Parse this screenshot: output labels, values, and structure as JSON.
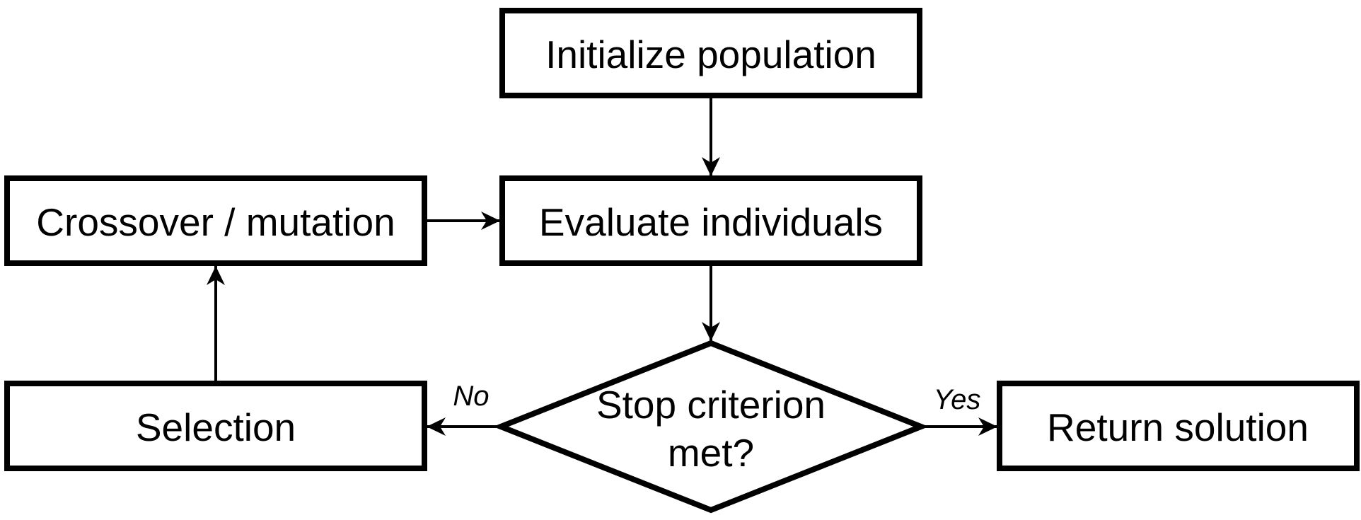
{
  "diagram": {
    "type": "flowchart",
    "topic": "evolutionary-algorithm-loop",
    "colors": {
      "background": "#ffffff",
      "node_fill": "#ffffff",
      "stroke": "#000000",
      "text": "#000000"
    },
    "nodes": {
      "initialize": {
        "label": "Initialize population",
        "shape": "rectangle"
      },
      "evaluate": {
        "label": "Evaluate individuals",
        "shape": "rectangle"
      },
      "crossover": {
        "label": "Crossover / mutation",
        "shape": "rectangle"
      },
      "selection": {
        "label": "Selection",
        "shape": "rectangle"
      },
      "stop_criterion": {
        "label_line1": "Stop criterion",
        "label_line2": "met?",
        "shape": "diamond"
      },
      "return_solution": {
        "label": "Return solution",
        "shape": "rectangle"
      }
    },
    "edges": {
      "initialize_to_evaluate": {
        "from": "initialize",
        "to": "evaluate",
        "label": ""
      },
      "crossover_to_evaluate": {
        "from": "crossover",
        "to": "evaluate",
        "label": ""
      },
      "evaluate_to_stop": {
        "from": "evaluate",
        "to": "stop_criterion",
        "label": ""
      },
      "stop_to_selection": {
        "from": "stop_criterion",
        "to": "selection",
        "label": "No"
      },
      "stop_to_return": {
        "from": "stop_criterion",
        "to": "return_solution",
        "label": "Yes"
      },
      "selection_to_crossover": {
        "from": "selection",
        "to": "crossover",
        "label": ""
      }
    }
  }
}
